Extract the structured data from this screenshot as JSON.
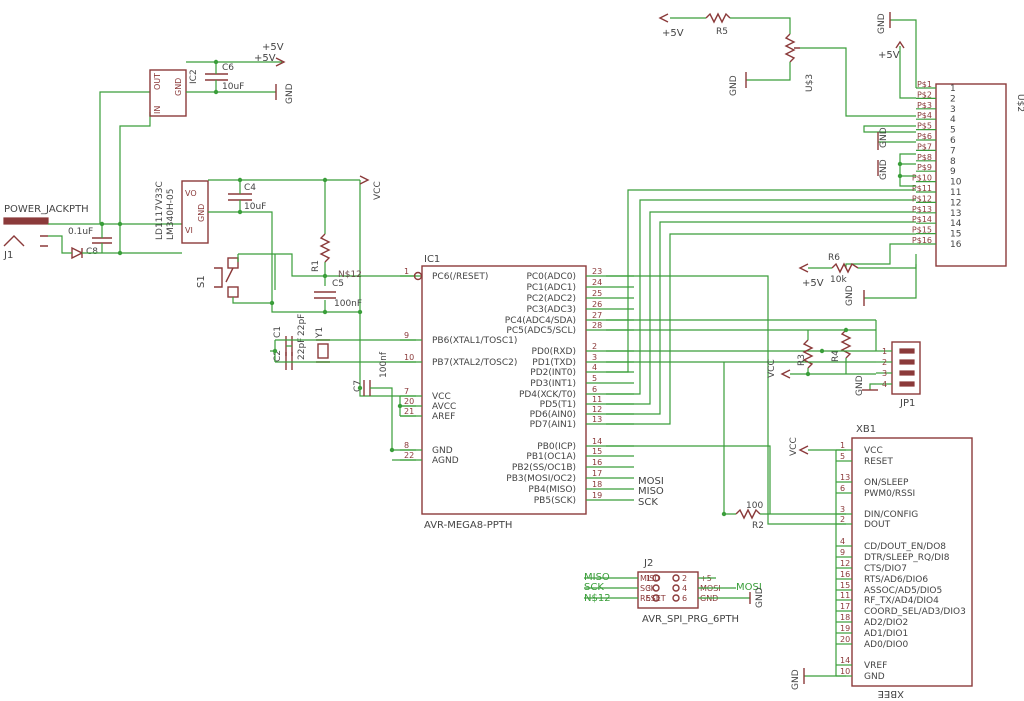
{
  "power": {
    "vcc": "VCC",
    "gnd": "GND",
    "p5": "+5V",
    "p5b": "+5"
  },
  "jack": {
    "name": "POWER_JACKPTH",
    "ref": "J1"
  },
  "reg1": {
    "ref": "LD1117V33C",
    "val": "LM340H-05",
    "vo": "VO",
    "vi": "VI",
    "gnd": "GND"
  },
  "reg2": {
    "ref": "IC2",
    "out": "OUT",
    "in": "IN",
    "gnd": "GND"
  },
  "caps": {
    "c1": "C1",
    "c2": "C2",
    "c1v": "22pF",
    "c2v": "22pF",
    "c4": "C4",
    "c4v": "10uF",
    "c5": "C5",
    "c5v": "100nF",
    "c6": "C6",
    "c6v": "10uF",
    "c7": "C7",
    "c7v": "100nf",
    "c8": "C8",
    "c8v": "0.1uF"
  },
  "res": {
    "r1": "R1",
    "r2": "R2",
    "r2v": "100",
    "r3": "R3",
    "r4": "R4",
    "r5": "R5",
    "r6": "R6",
    "r6v": "10k"
  },
  "misc": {
    "s1": "S1",
    "y1": "Y1",
    "u3": "U$3",
    "u2": "U$2",
    "n12": "N$12",
    "jp1": "JP1"
  },
  "ic1": {
    "ref": "IC1",
    "name": "AVR-MEGA8-PPTH",
    "left": [
      {
        "n": "1",
        "t": "PC6(/RESET)"
      },
      {
        "n": "9",
        "t": "PB6(XTAL1/TOSC1)"
      },
      {
        "n": "10",
        "t": "PB7(XTAL2/TOSC2)"
      },
      {
        "n": "7",
        "t": "VCC"
      },
      {
        "n": "20",
        "t": "AVCC"
      },
      {
        "n": "21",
        "t": "AREF"
      },
      {
        "n": "8",
        "t": "GND"
      },
      {
        "n": "22",
        "t": "AGND"
      }
    ],
    "right": [
      {
        "n": "23",
        "t": "PC0(ADC0)"
      },
      {
        "n": "24",
        "t": "PC1(ADC1)"
      },
      {
        "n": "25",
        "t": "PC2(ADC2)"
      },
      {
        "n": "26",
        "t": "PC3(ADC3)"
      },
      {
        "n": "27",
        "t": "PC4(ADC4/SDA)"
      },
      {
        "n": "28",
        "t": "PC5(ADC5/SCL)"
      },
      {
        "n": "2",
        "t": "PD0(RXD)"
      },
      {
        "n": "3",
        "t": "PD1(TXD)"
      },
      {
        "n": "4",
        "t": "PD2(INT0)"
      },
      {
        "n": "5",
        "t": "PD3(INT1)"
      },
      {
        "n": "6",
        "t": "PD4(XCK/T0)"
      },
      {
        "n": "11",
        "t": "PD5(T1)"
      },
      {
        "n": "12",
        "t": "PD6(AIN0)"
      },
      {
        "n": "13",
        "t": "PD7(AIN1)"
      },
      {
        "n": "14",
        "t": "PB0(ICP)"
      },
      {
        "n": "15",
        "t": "PB1(OC1A)"
      },
      {
        "n": "16",
        "t": "PB2(SS/OC1B)"
      },
      {
        "n": "17",
        "t": "PB3(MOSI/OC2)"
      },
      {
        "n": "18",
        "t": "PB4(MISO)"
      },
      {
        "n": "19",
        "t": "PB5(SCK)"
      }
    ],
    "spi": {
      "mosi": "MOSI",
      "miso": "MISO",
      "sck": "SCK"
    }
  },
  "u2": {
    "pins": [
      {
        "n": "1",
        "t": "P$1"
      },
      {
        "n": "2",
        "t": "P$2"
      },
      {
        "n": "3",
        "t": "P$3"
      },
      {
        "n": "4",
        "t": "P$4"
      },
      {
        "n": "5",
        "t": "P$5"
      },
      {
        "n": "6",
        "t": "P$6"
      },
      {
        "n": "7",
        "t": "P$7"
      },
      {
        "n": "8",
        "t": "P$8"
      },
      {
        "n": "9",
        "t": "P$9"
      },
      {
        "n": "10",
        "t": "P$10"
      },
      {
        "n": "11",
        "t": "P$11"
      },
      {
        "n": "12",
        "t": "P$12"
      },
      {
        "n": "13",
        "t": "P$13"
      },
      {
        "n": "14",
        "t": "P$14"
      },
      {
        "n": "15",
        "t": "P$15"
      },
      {
        "n": "16",
        "t": "P$16"
      }
    ]
  },
  "jp1": {
    "pins": [
      "1",
      "2",
      "3",
      "4"
    ]
  },
  "xbee": {
    "ref": "XB1",
    "name": "XBEE",
    "pins": [
      {
        "n": "1",
        "t": "VCC"
      },
      {
        "n": "5",
        "t": "RESET"
      },
      {
        "n": "13",
        "t": "ON/SLEEP"
      },
      {
        "n": "6",
        "t": "PWM0/RSSI"
      },
      {
        "n": "3",
        "t": "DIN/CONFIG"
      },
      {
        "n": "2",
        "t": "DOUT"
      },
      {
        "n": "4",
        "t": "CD/DOUT_EN/DO8"
      },
      {
        "n": "9",
        "t": "DTR/SLEEP_RQ/DI8"
      },
      {
        "n": "12",
        "t": "CTS/DIO7"
      },
      {
        "n": "16",
        "t": "RTS/AD6/DIO6"
      },
      {
        "n": "15",
        "t": "ASSOC/AD5/DIO5"
      },
      {
        "n": "11",
        "t": "RF_TX/AD4/DIO4"
      },
      {
        "n": "17",
        "t": "COORD_SEL/AD3/DIO3"
      },
      {
        "n": "18",
        "t": "AD2/DIO2"
      },
      {
        "n": "19",
        "t": "AD1/DIO1"
      },
      {
        "n": "20",
        "t": "AD0/DIO0"
      },
      {
        "n": "14",
        "t": "VREF"
      },
      {
        "n": "10",
        "t": "GND"
      }
    ]
  },
  "j2": {
    "ref": "J2",
    "name": "AVR_SPI_PRG_6PTH",
    "left": [
      {
        "n": "1",
        "t": "MISO"
      },
      {
        "n": "3",
        "t": "SCK"
      },
      {
        "n": "5",
        "t": "RESET"
      }
    ],
    "right": [
      {
        "n": "2",
        "t": "+5"
      },
      {
        "n": "4",
        "t": "MOSI"
      },
      {
        "n": "6",
        "t": "GND"
      }
    ],
    "nets": {
      "miso": "MISO",
      "sck": "SCK",
      "n12": "N$12",
      "mosi": "MOSI",
      "gnd": "GND"
    }
  }
}
